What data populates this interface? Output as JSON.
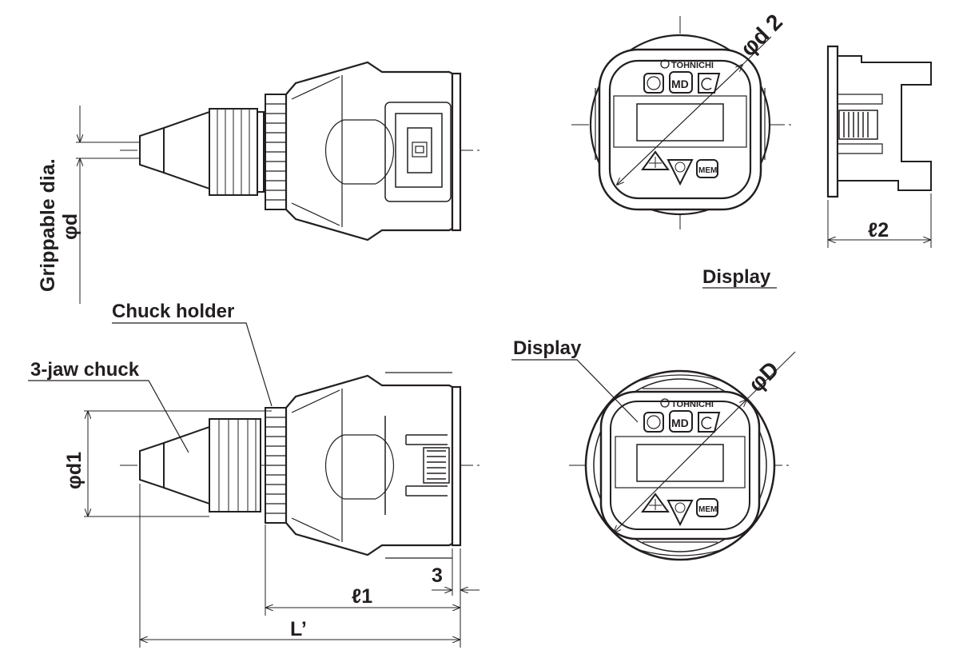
{
  "labels": {
    "grippable_dia": "Grippable dia.",
    "phi_d": "φd",
    "phi_d2": "φd 2",
    "l2": "ℓ2",
    "display_top": "Display",
    "chuck_holder": "Chuck holder",
    "jaw_chuck": "3-jaw chuck",
    "display_bottom": "Display",
    "phi_D": "φD",
    "phi_d1": "φd1",
    "dim_3": "3",
    "l1": "ℓ1",
    "L_prime": "L’"
  },
  "panel_text": {
    "brand": "TOHNICHI",
    "md_button": "MD",
    "mem_button": "MEM"
  }
}
